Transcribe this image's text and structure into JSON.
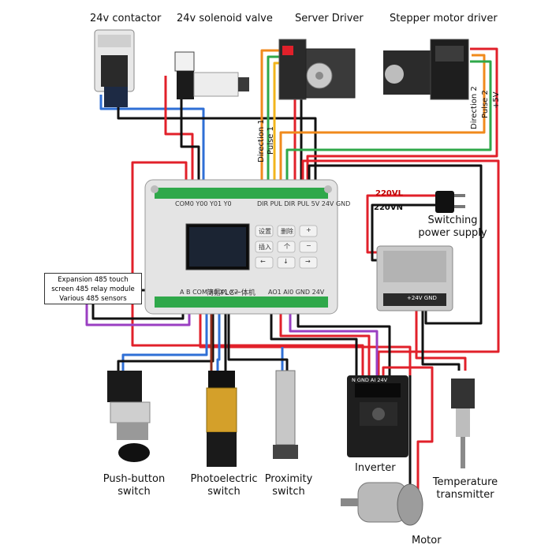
{
  "labels": {
    "contactor": "24v contactor",
    "solenoid": "24v solenoid valve",
    "server_driver": "Server Driver",
    "stepper_driver": "Stepper motor driver",
    "direction1": "Direction 1",
    "pulse1": "Pulse 1",
    "direction2": "Direction 2",
    "pulse2": "Pulse 2",
    "plus5v": "+5V",
    "vl220": "220VL",
    "vn220": "220VN",
    "switching_supply": [
      "Switching",
      "power supply"
    ],
    "expansion": [
      "Expansion 485 touch",
      "screen 485 relay module",
      "Various 485 sensors"
    ],
    "push_button": [
      "Push-button",
      "switch"
    ],
    "photoelectric": [
      "Photoelectric",
      "switch"
    ],
    "proximity": [
      "Proximity",
      "switch"
    ],
    "inverter": "Inverter",
    "temperature": [
      "Temperature",
      "transmitter"
    ],
    "motor": "Motor",
    "plc_brand": "简易PLC一体机",
    "plc_top_terminals": [
      "COM0",
      "Y00",
      "Y01",
      "Y0"
    ],
    "plc_top_right_terminals": [
      "DIR",
      "PUL",
      "DIR",
      "PUL",
      "5V",
      "24V",
      "GND"
    ],
    "plc_bottom_terminals": [
      "A",
      "B",
      "COM",
      "X0",
      "X1",
      "X2"
    ],
    "plc_bottom_right_terminals": [
      "AO1",
      "AI0",
      "GND",
      "24V"
    ],
    "psu_terminals": "+24V GND",
    "inverter_terminals": "N GND AI 24V",
    "plc_keys": [
      "设置",
      "删除",
      "+",
      "插入",
      "个",
      "−",
      "←",
      "↓",
      "→"
    ]
  },
  "colors": {
    "red": "#e1202a",
    "black": "#111111",
    "blue": "#2f6fd6",
    "green": "#2fa84a",
    "yellow": "#f2b51c",
    "purple": "#9a3fc2",
    "orange": "#f08a1c"
  }
}
